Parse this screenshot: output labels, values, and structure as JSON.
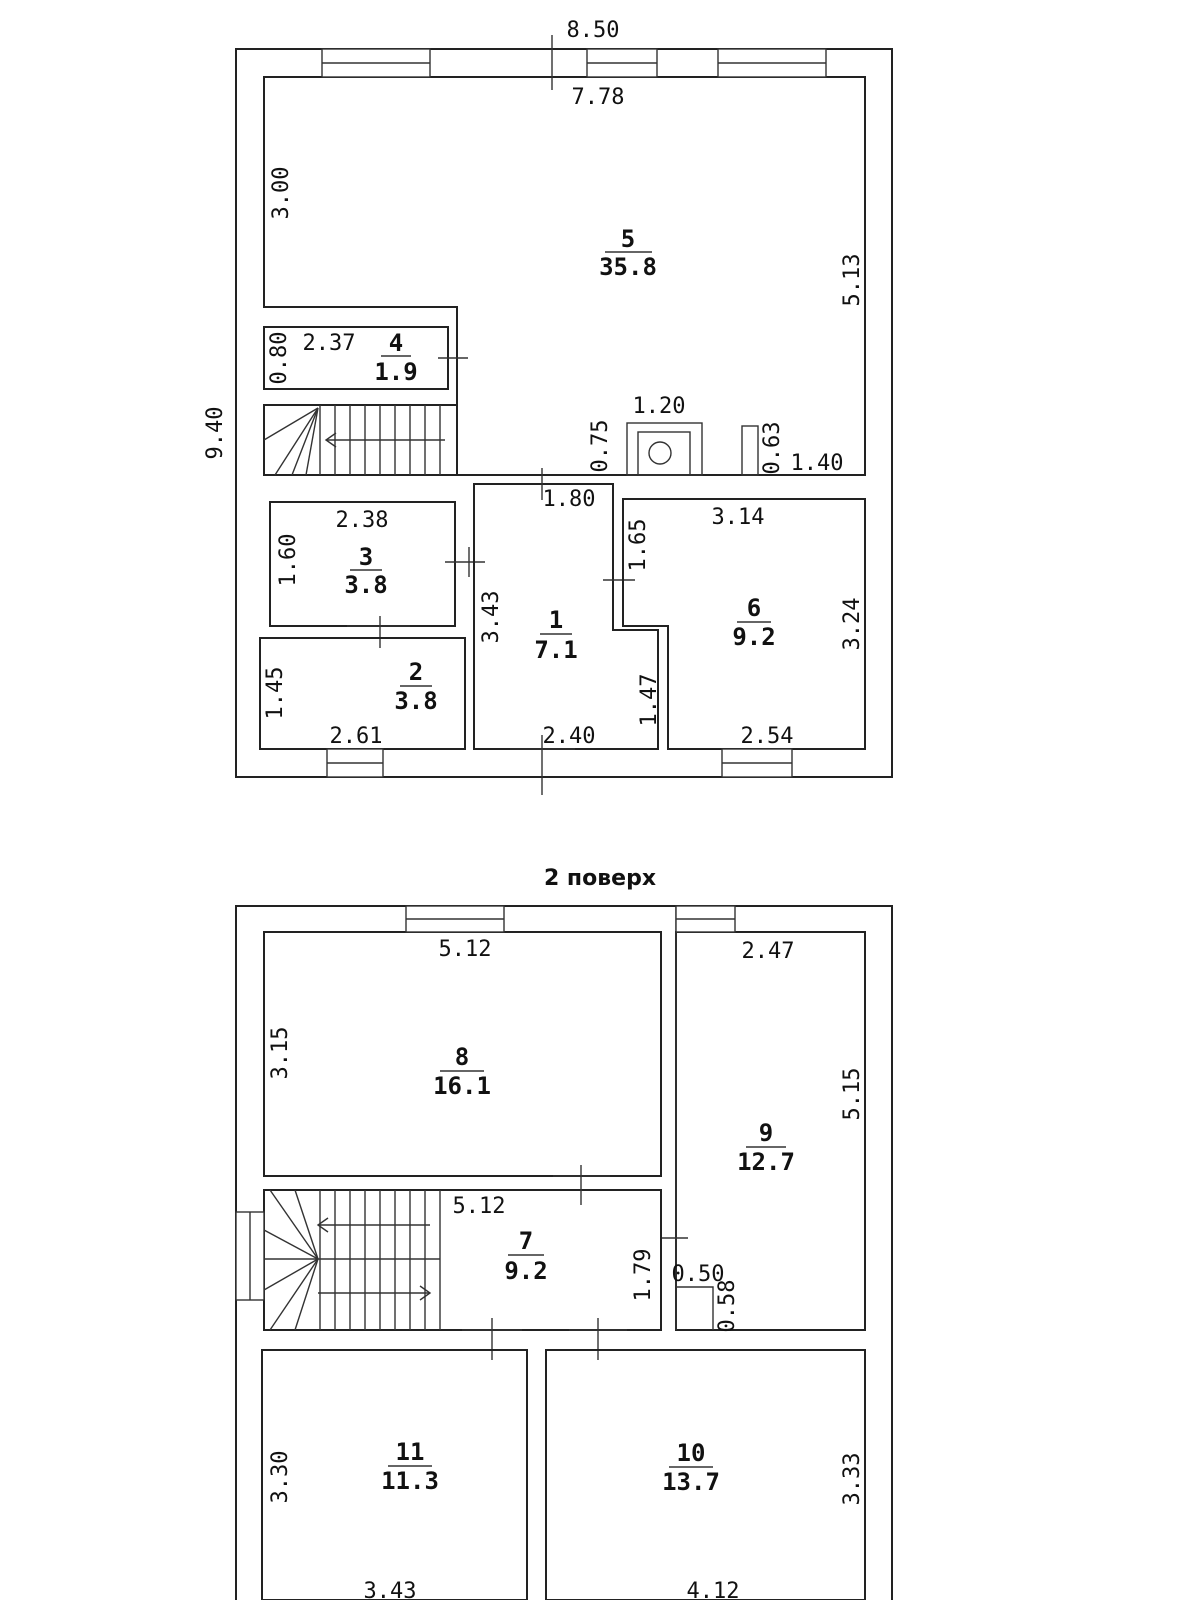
{
  "floor2_title": "2 поверх",
  "floor1": {
    "overall_width": "8.50",
    "overall_height": "9.40",
    "rooms": [
      {
        "number": "5",
        "area": "35.8",
        "width": "7.78",
        "height_left": "3.00",
        "height_right": "5.13"
      },
      {
        "number": "4",
        "area": "1.9",
        "width": "2.37",
        "height": "0.80"
      },
      {
        "number": "3",
        "area": "3.8",
        "width": "2.38",
        "height": "1.60"
      },
      {
        "number": "2",
        "area": "3.8",
        "width": "2.61",
        "height": "1.45"
      },
      {
        "number": "1",
        "area": "7.1",
        "width_top": "1.80",
        "width_bottom": "2.40",
        "height": "3.43",
        "height_notch": "1.47"
      },
      {
        "number": "6",
        "area": "9.2",
        "width_top": "3.14",
        "width_bottom": "2.54",
        "height": "3.24",
        "height_notch": "1.65"
      }
    ],
    "fireplace_width": "1.20",
    "fireplace_depth": "0.75",
    "niche_depth": "0.63",
    "niche_width": "1.40"
  },
  "floor2": {
    "rooms": [
      {
        "number": "8",
        "area": "16.1",
        "width": "5.12",
        "height": "3.15"
      },
      {
        "number": "9",
        "area": "12.7",
        "width": "2.47",
        "height": "5.15"
      },
      {
        "number": "7",
        "area": "9.2",
        "width": "5.12",
        "height": "1.79"
      },
      {
        "number": "11",
        "area": "11.3",
        "width": "3.43",
        "height": "3.30"
      },
      {
        "number": "10",
        "area": "13.7",
        "width": "4.12",
        "height": "3.33"
      }
    ],
    "recess_width": "0.50",
    "recess_depth": "0.58"
  }
}
